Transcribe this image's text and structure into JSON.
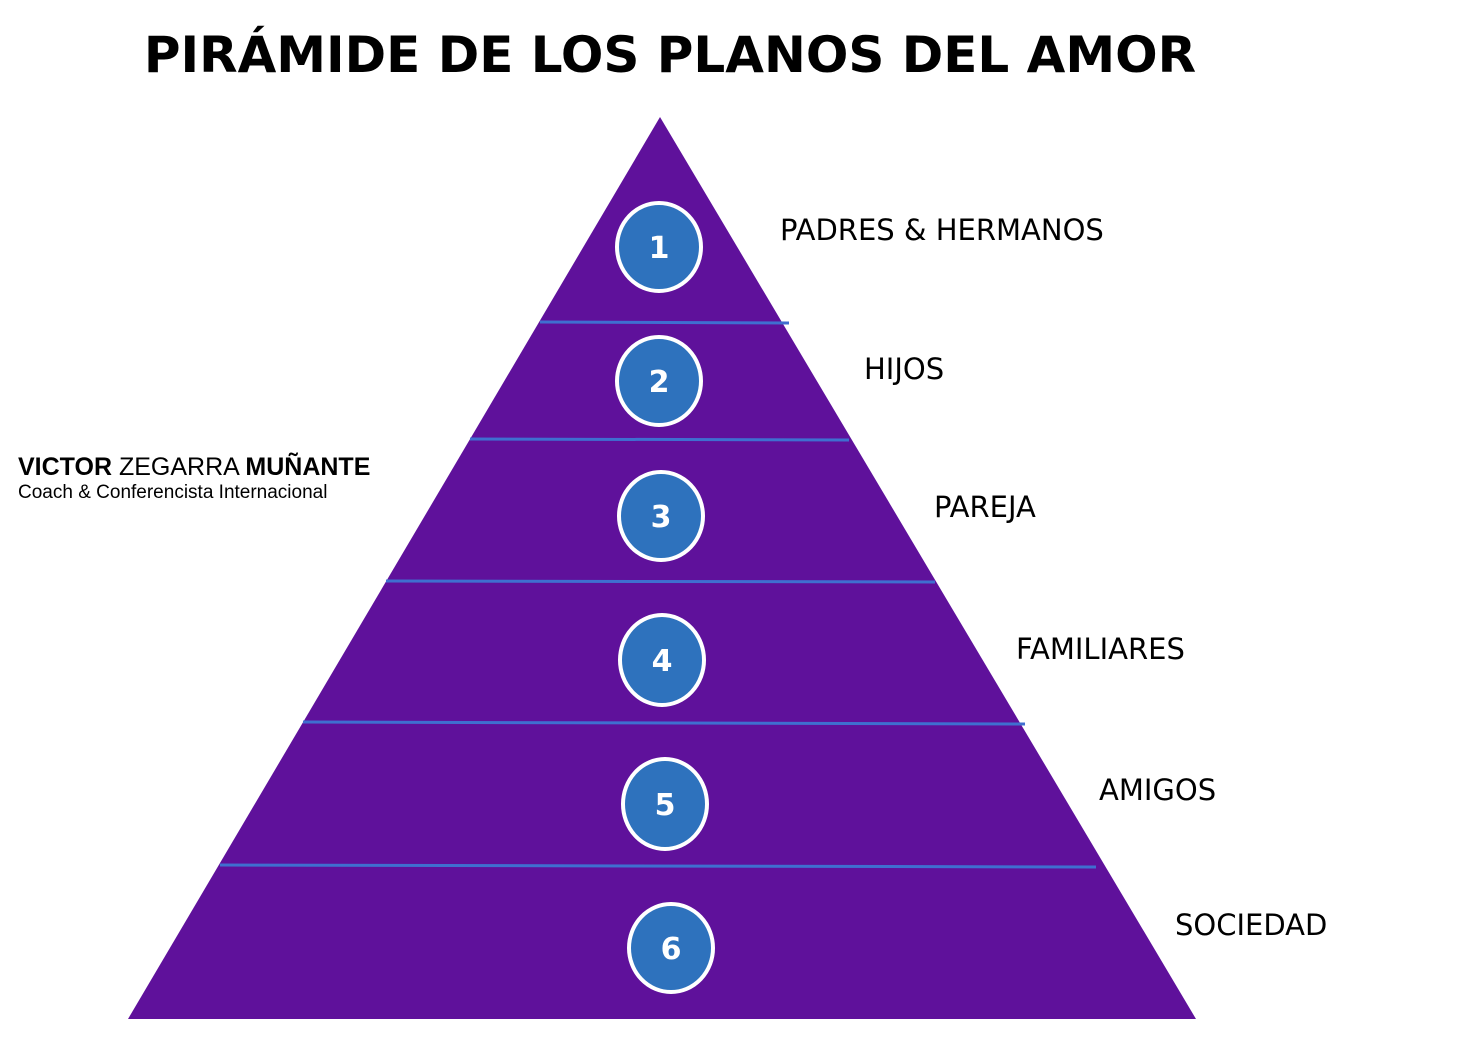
{
  "title": "PIRÁMIDE DE LOS PLANOS DEL AMOR",
  "author": {
    "first_name": "VICTOR",
    "middle_name": "ZEGARRA",
    "last_name": "MUÑANTE",
    "role": "Coach & Conferencista Internacional"
  },
  "colors": {
    "pyramid_fill": "#5f119b",
    "divider": "#3f6fd0",
    "badge_fill": "#2e72bd",
    "badge_stroke": "#ffffff"
  },
  "levels": [
    {
      "number": "1",
      "label": "PADRES & HERMANOS"
    },
    {
      "number": "2",
      "label": "HIJOS"
    },
    {
      "number": "3",
      "label": "PAREJA"
    },
    {
      "number": "4",
      "label": "FAMILIARES"
    },
    {
      "number": "5",
      "label": "AMIGOS"
    },
    {
      "number": "6",
      "label": "SOCIEDAD"
    }
  ]
}
